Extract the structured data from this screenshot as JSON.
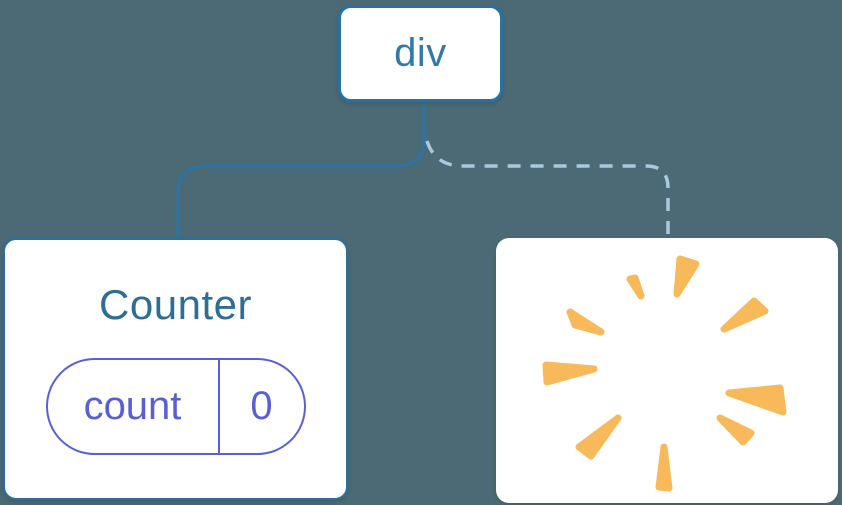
{
  "colors": {
    "background": "#4C6A75",
    "node_fill": "#FFFFFF",
    "node_border_blue": "#2573A6",
    "root_label_blue": "#3179A8",
    "counter_border_blue": "#2B6FA0",
    "counter_title_blue": "#2D6E94",
    "solid_line_blue": "#2B74A4",
    "dashed_line_light_blue": "#A7CADE",
    "state_purple": "#5B5FD6",
    "poof_orange": "#F8B95B"
  },
  "root_node": {
    "label": "div"
  },
  "counter_node": {
    "title": "Counter",
    "state": {
      "key": "count",
      "value": "0"
    }
  },
  "removed_node": {
    "icon": "poof-icon"
  },
  "connectors": {
    "kept_child": "solid",
    "removed_child": "dashed"
  }
}
